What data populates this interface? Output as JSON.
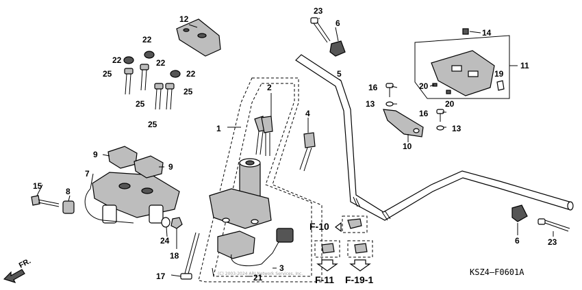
{
  "diagram_code": "KSZ4–F0601A",
  "direction": "FR.",
  "copyright": "(C) 2003-2024 ARI Network Services, Inc.",
  "refs": {
    "f10": "F-10",
    "f11": "F-11",
    "f19": "F-19-1"
  },
  "callouts": {
    "c1": "1",
    "c2": "2",
    "c3": "3",
    "c4": "4",
    "c5": "5",
    "c6a": "6",
    "c6b": "6",
    "c7": "7",
    "c8": "8",
    "c9a": "9",
    "c9b": "9",
    "c10": "10",
    "c11": "11",
    "c12": "12",
    "c13a": "13",
    "c13b": "13",
    "c14": "14",
    "c15": "15",
    "c16a": "16",
    "c16b": "16",
    "c17": "17",
    "c18": "18",
    "c19": "19",
    "c20a": "20",
    "c20b": "20",
    "c21": "21",
    "c22a": "22",
    "c22b": "22",
    "c22c": "22",
    "c24": "24",
    "c23a": "23",
    "c23b": "23",
    "c25a": "25",
    "c25b": "25",
    "c25c": "25",
    "c25d": "25"
  }
}
